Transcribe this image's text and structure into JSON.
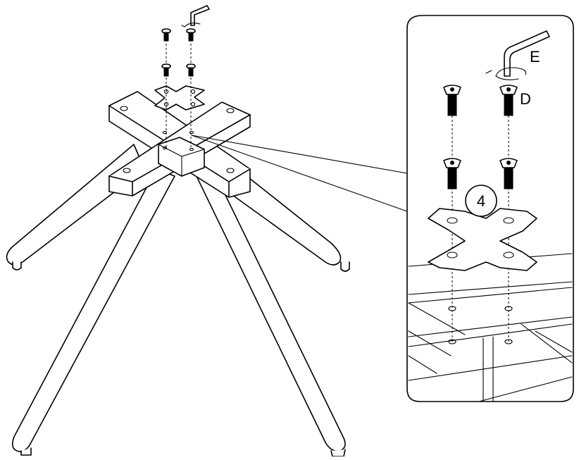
{
  "diagram": {
    "step_number": "4",
    "labels": {
      "hex_key": "E",
      "screw": "D"
    }
  }
}
